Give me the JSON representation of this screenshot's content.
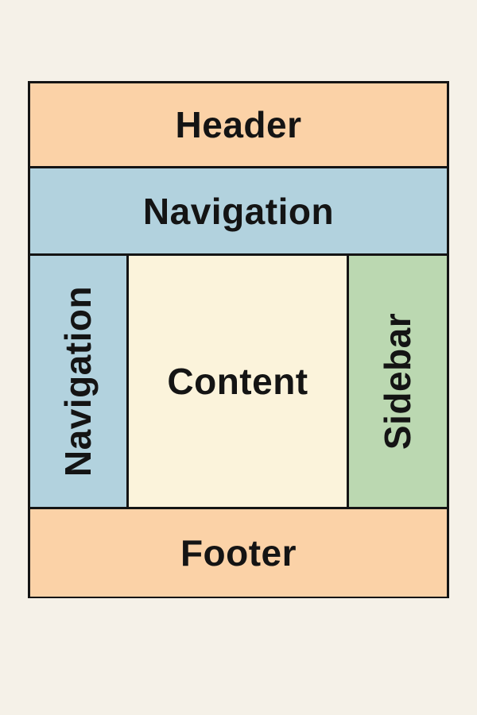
{
  "diagram": {
    "title": "page-layout-diagram",
    "header": {
      "label": "Header"
    },
    "top_navigation": {
      "label": "Navigation"
    },
    "side_navigation": {
      "label": "Navigation"
    },
    "content": {
      "label": "Content"
    },
    "sidebar": {
      "label": "Sidebar"
    },
    "footer": {
      "label": "Footer"
    }
  },
  "colors": {
    "page_background": "#F5F1E8",
    "header_fill": "#FBD2A7",
    "navigation_fill": "#B2D2DE",
    "content_fill": "#FBF3DB",
    "sidebar_fill": "#BBD8B1",
    "footer_fill": "#FBD2A7",
    "line": "#141414",
    "text": "#141414"
  }
}
